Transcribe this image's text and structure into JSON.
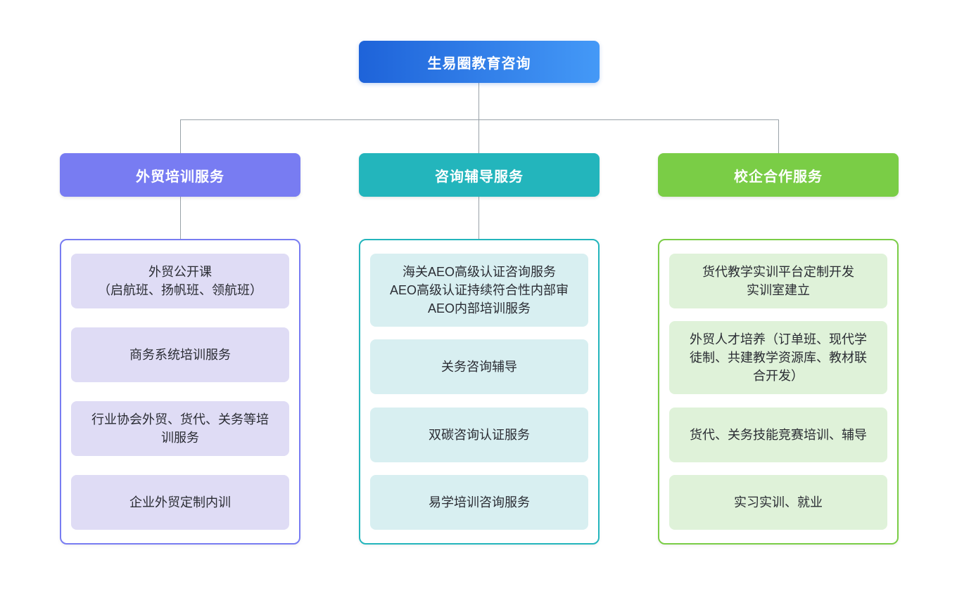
{
  "diagram": {
    "root": {
      "label": "生易圈教育咨询",
      "gradient_from": "#1e63d9",
      "gradient_to": "#4499f7",
      "text_color": "#ffffff"
    },
    "connector_color": "#99a2a8",
    "card_text_color": "#2a2c33",
    "branches": [
      {
        "label": "外贸培训服务",
        "color": "#787cf2",
        "light_color": "#dfdcf5",
        "items": [
          "外贸公开课\n（启航班、扬帆班、领航班）",
          "商务系统培训服务",
          "行业协会外贸、货代、关务等培训服务",
          "企业外贸定制内训"
        ]
      },
      {
        "label": "咨询辅导服务",
        "color": "#23b5bc",
        "light_color": "#d8eff1",
        "items": [
          "海关AEO高级认证咨询服务\nAEO高级认证持续符合性内部审\nAEO内部培训服务",
          "关务咨询辅导",
          "双碳咨询认证服务",
          "易学培训咨询服务"
        ]
      },
      {
        "label": "校企合作服务",
        "color": "#7acd46",
        "light_color": "#dff2d9",
        "items": [
          "货代教学实训平台定制开发\n实训室建立",
          "外贸人才培养（订单班、现代学徒制、共建教学资源库、教材联合开发）",
          "货代、关务技能竞赛培训、辅导",
          "实习实训、就业"
        ]
      }
    ]
  }
}
